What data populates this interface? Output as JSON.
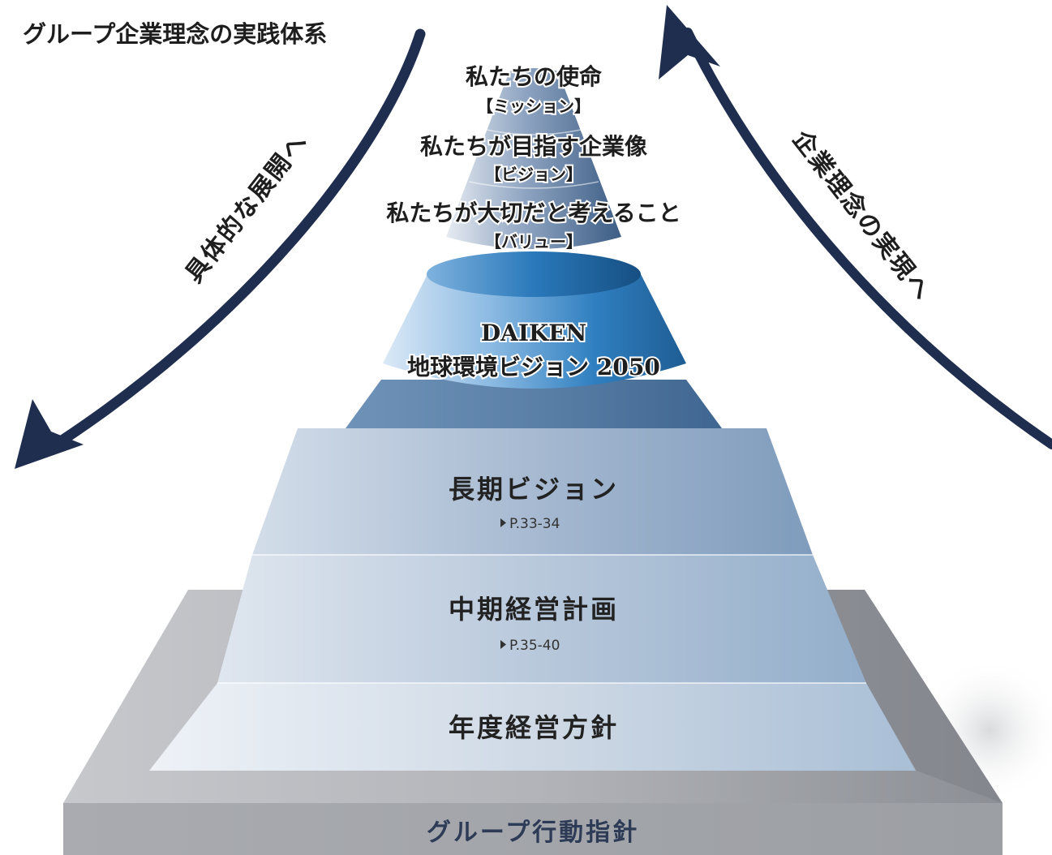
{
  "title": "グループ企業理念の実践体系",
  "left_arrow_label": "具体的な展開へ",
  "right_arrow_label": "企業理念の実現へ",
  "cone": {
    "mission": {
      "title": "私たちの使命",
      "sub": "【ミッション】"
    },
    "vision": {
      "title": "私たちが目指す企業像",
      "sub": "【ビジョン】"
    },
    "value": {
      "title": "私たちが大切だと考えること",
      "sub": "【バリュー】"
    }
  },
  "environment": {
    "line1": "DAIKEN",
    "line2": "地球環境ビジョン 2050"
  },
  "tiers": [
    {
      "title": "長期ビジョン",
      "ref": "P.33-34"
    },
    {
      "title": "中期経営計画",
      "ref": "P.35-40"
    },
    {
      "title": "年度経営方針",
      "ref": ""
    }
  ],
  "base_label": "グループ行動指針",
  "colors": {
    "navy": "#1f2d4f",
    "text": "#222222",
    "base_gray": "#8f9297"
  }
}
